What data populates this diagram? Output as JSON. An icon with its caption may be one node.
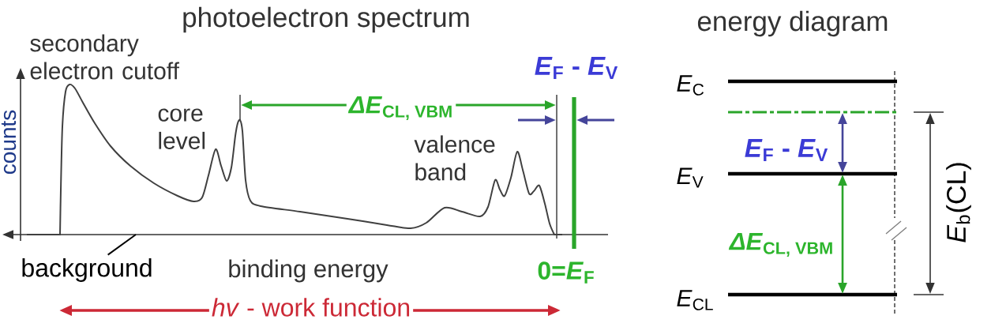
{
  "diagram": {
    "nodes": [
      {
        "text": [],
        "shape": "picture"
      },
      {
        "text": [
          "background"
        ]
      }
    ],
    "edges": [
      {
        "from": 1,
        "to": 0,
        "arrow": "none"
      }
    ],
    "labels": [
      "photoelectron spectrum",
      "energy diagram",
      "secondary electron cutoff",
      "*E*$_{F}$ - *E*$_{V}$",
      "*E*$_{C}$",
      "*ΔE*$_{CL, VBM}$",
      "core level",
      "valence band",
      "*E*$_{F}$ - *E*$_{V}$",
      "*E*$_{V}$",
      "counts",
      "*E*$_{b}$(CL)",
      "*ΔE*$_{CL, VBM}$",
      "binding energy",
      "0=*E*$_{F}$",
      "*hv* - work function",
      "*E*$_{CL}$"
    ]
  }
}
